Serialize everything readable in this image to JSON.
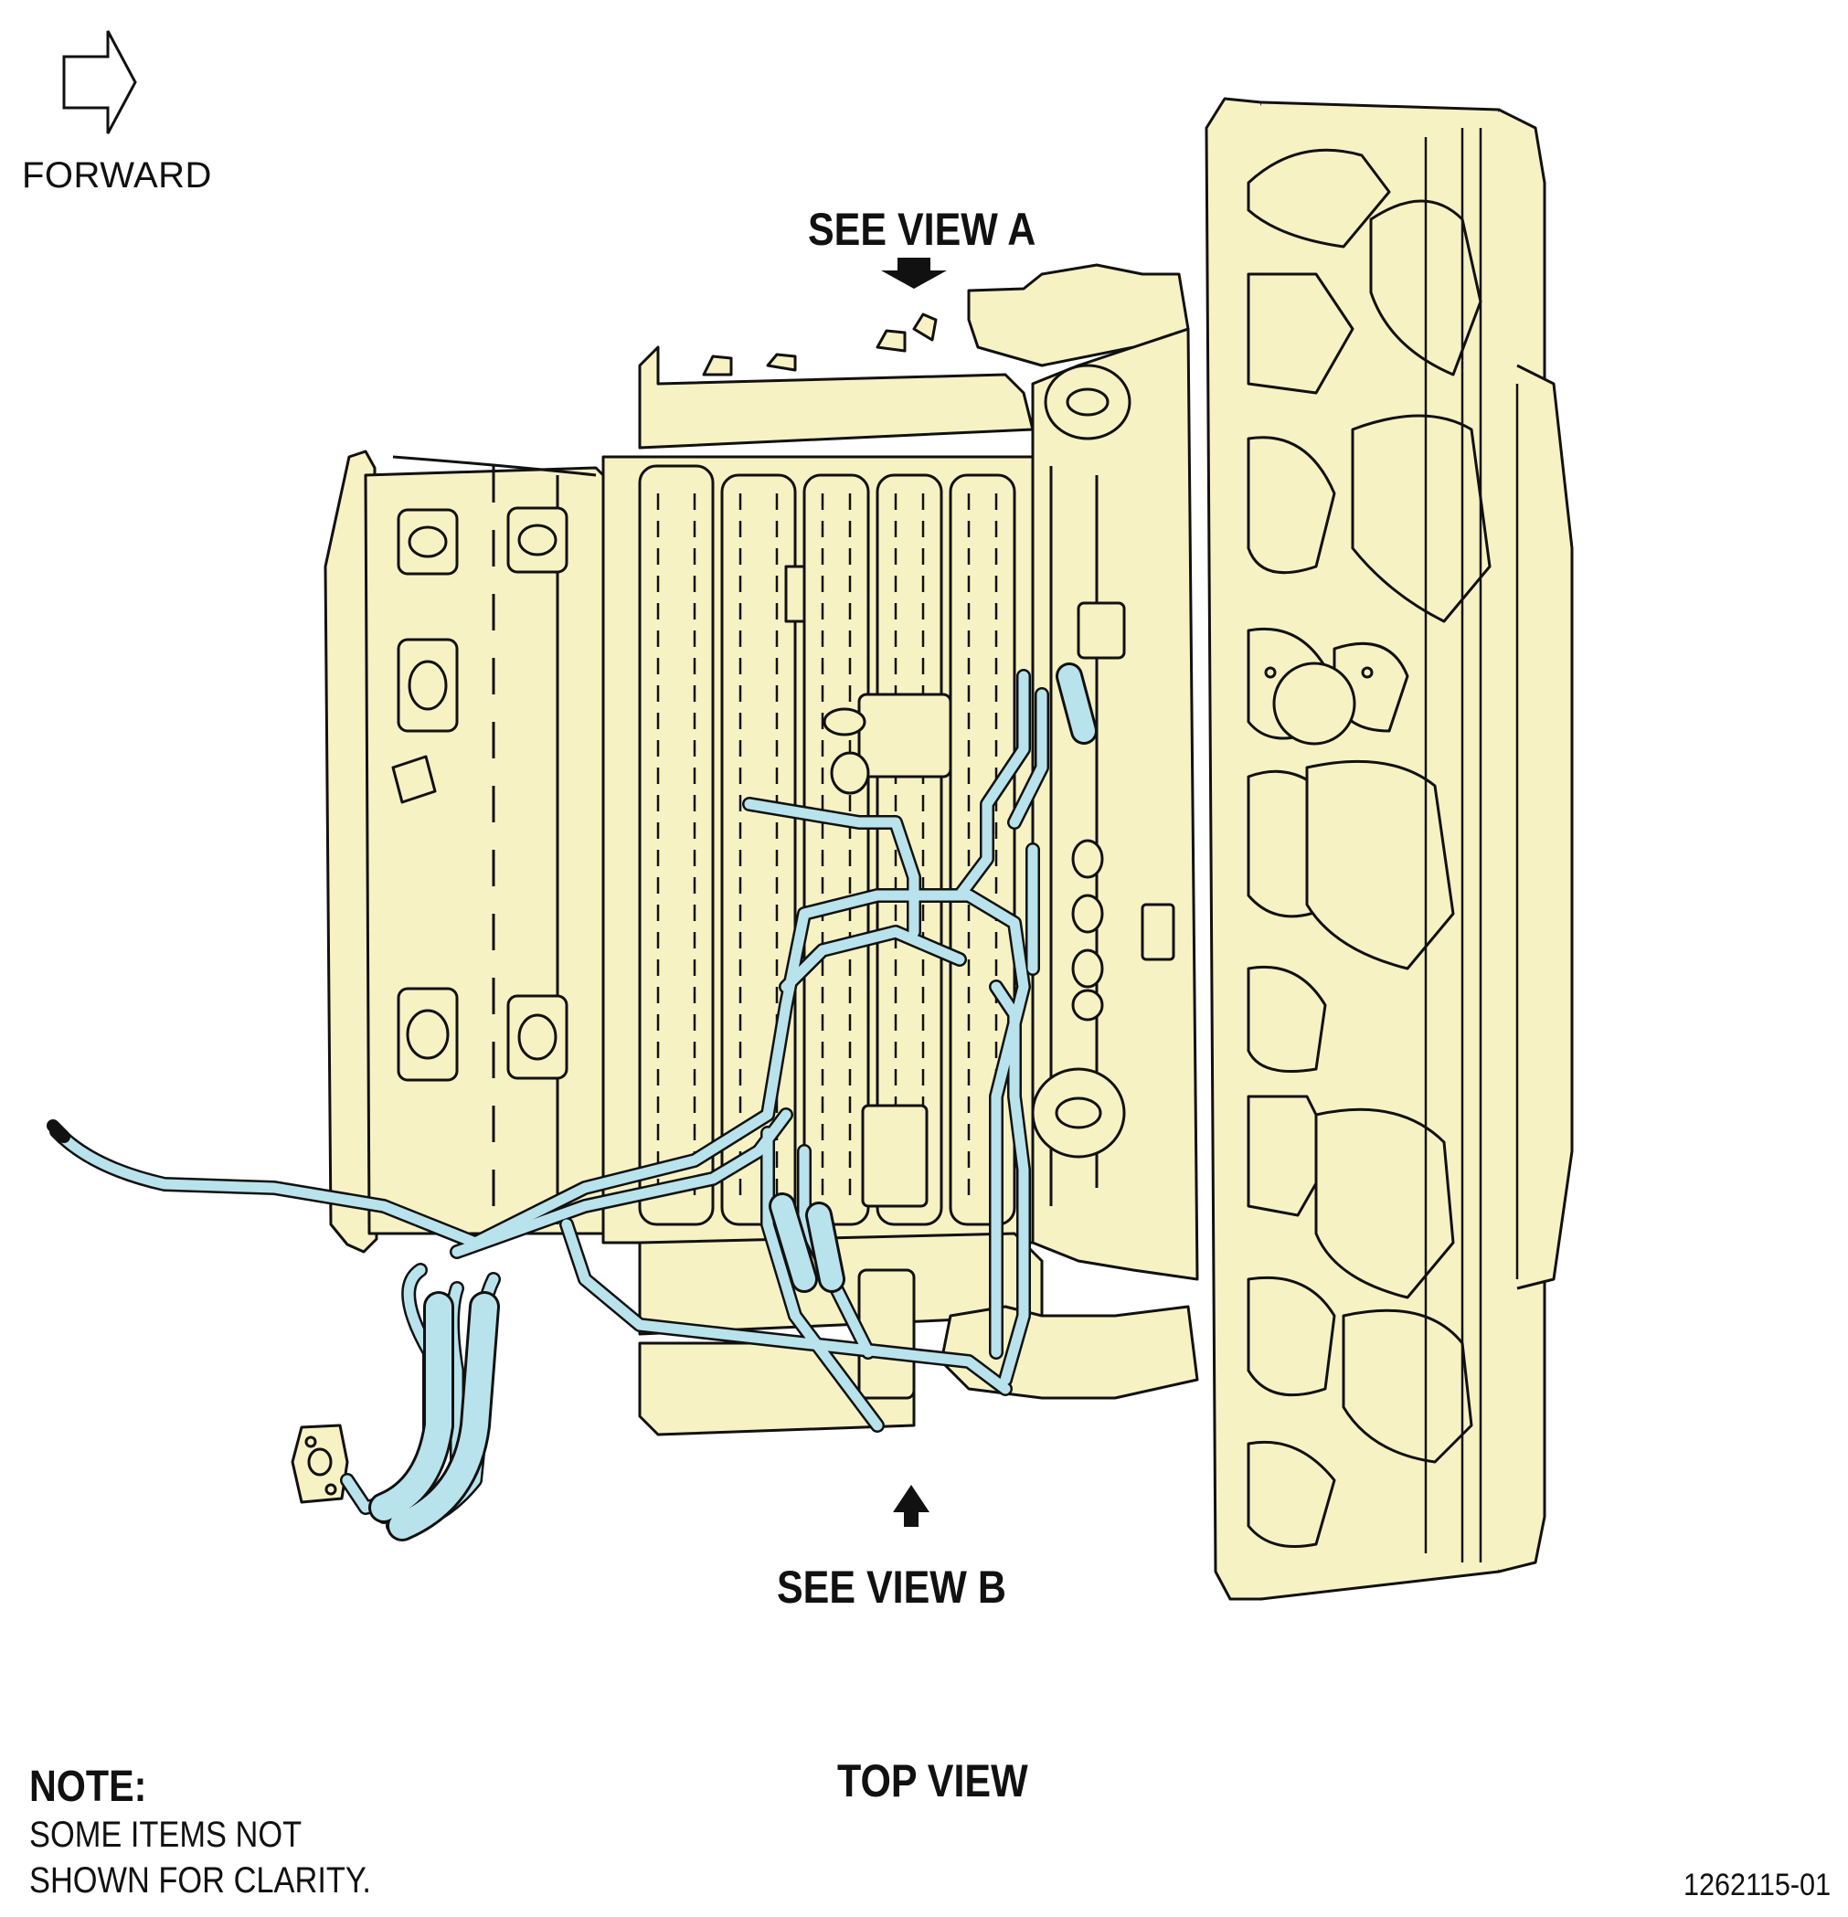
{
  "labels": {
    "forward": "FORWARD",
    "see_view_a": "SEE VIEW A",
    "see_view_b": "SEE VIEW B",
    "top_view": "TOP VIEW",
    "note_title": "NOTE:",
    "note_line_1": "SOME ITEMS NOT",
    "note_line_2": "SHOWN FOR CLARITY.",
    "figure_id": "1262115-01"
  },
  "colors": {
    "engine_fill": "#f7f2c4",
    "tube_fill": "#b9e3ec",
    "outline": "#111111"
  },
  "icons": {
    "forward_arrow": "outline-right-arrow",
    "view_a_arrow": "solid-down-arrow",
    "view_b_arrow": "solid-up-arrow"
  }
}
